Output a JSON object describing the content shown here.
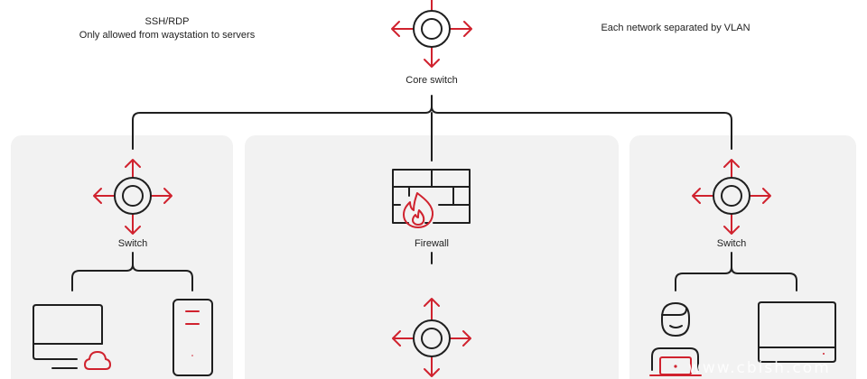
{
  "annotations": {
    "ssh_title": "SSH/RDP",
    "ssh_detail": "Only allowed from waystation to servers",
    "vlan_note": "Each network separated by VLAN"
  },
  "nodes": {
    "core_switch": "Core switch",
    "left_switch": "Switch",
    "firewall": "Firewall",
    "right_switch": "Switch"
  },
  "watermark": "www.cbish.com",
  "colors": {
    "accent": "#d0222e",
    "line": "#1f1f1f",
    "panel": "#f2f2f2"
  }
}
